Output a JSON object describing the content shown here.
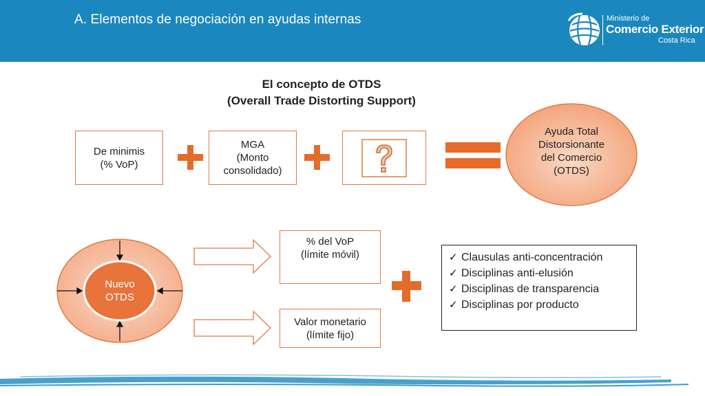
{
  "header": {
    "title": "A. Elementos de negociación en ayudas internas",
    "logo": {
      "line1": "Ministerio de",
      "line2": "Comercio Exterior",
      "line3": "Costa Rica",
      "icon": "globe-icon"
    }
  },
  "concept": {
    "title_line1": "El concepto de OTDS",
    "title_line2": "(Overall Trade Distorting Support)"
  },
  "boxes": {
    "deminimis": "De minimis\n(% VoP)",
    "mga": "MGA\n(Monto\nconsolidado)",
    "unknown_icon": "question-mark-icon",
    "result": "Ayuda Total\nDistorsionante\ndel Comercio\n(OTDS)"
  },
  "lower": {
    "nuevo_otds": "Nuevo\nOTDS",
    "pct_vop": "% del VoP\n(límite móvil)",
    "valor_monetario": "Valor monetario\n(límite fijo)",
    "disciplines": [
      "Clausulas anti-concentración",
      "Disciplinas anti-elusión",
      "Disciplinas de transparencia",
      "Disciplinas por producto"
    ]
  },
  "colors": {
    "header": "#1b87bf",
    "accent": "#e07a45",
    "accent_dark": "#e46c2a",
    "ellipse_fill": "#f5b294"
  }
}
